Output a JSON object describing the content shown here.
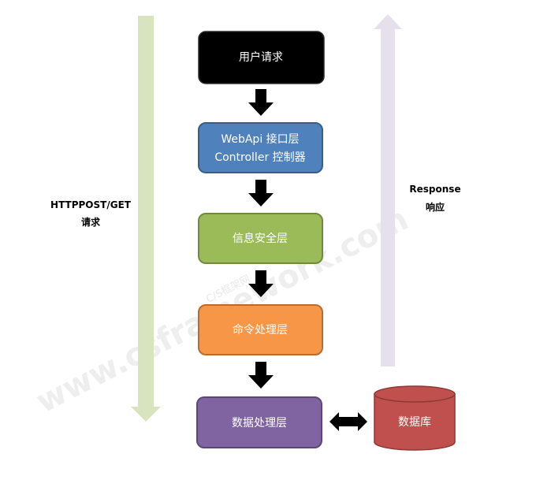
{
  "diagram": {
    "request_label": {
      "line1": "HTTPPOST/GET",
      "line2": "请求"
    },
    "response_label": {
      "line1": "Response",
      "line2": "响应"
    },
    "boxes": [
      {
        "id": "user-request",
        "line1": "用户请求",
        "line2": "",
        "fill": "#000000",
        "stroke": "#2b2b2b",
        "text_color": "#ffffff"
      },
      {
        "id": "webapi-layer",
        "line1": "WebApi 接口层",
        "line2": "Controller 控制器",
        "fill": "#4f81bd",
        "stroke": "#385d8a",
        "text_color": "#ffffff"
      },
      {
        "id": "security-layer",
        "line1": "信息安全层",
        "line2": "",
        "fill": "#9bbb59",
        "stroke": "#71893f",
        "text_color": "#ffffff"
      },
      {
        "id": "command-layer",
        "line1": "命令处理层",
        "line2": "",
        "fill": "#f79646",
        "stroke": "#b66d31",
        "text_color": "#ffffff"
      },
      {
        "id": "data-layer",
        "line1": "数据处理层",
        "line2": "",
        "fill": "#8064a2",
        "stroke": "#5c4776",
        "text_color": "#ffffff"
      }
    ],
    "database": {
      "label": "数据库",
      "fill": "#c0504d",
      "stroke": "#8c3836",
      "text_color": "#ffffff"
    },
    "watermark": {
      "main": "www.csframework.com",
      "sub": "C/S框架网"
    },
    "colors": {
      "request_arrow": "#d7e4bd",
      "response_arrow": "#e6e0ec",
      "flow_arrow": "#000000"
    }
  }
}
